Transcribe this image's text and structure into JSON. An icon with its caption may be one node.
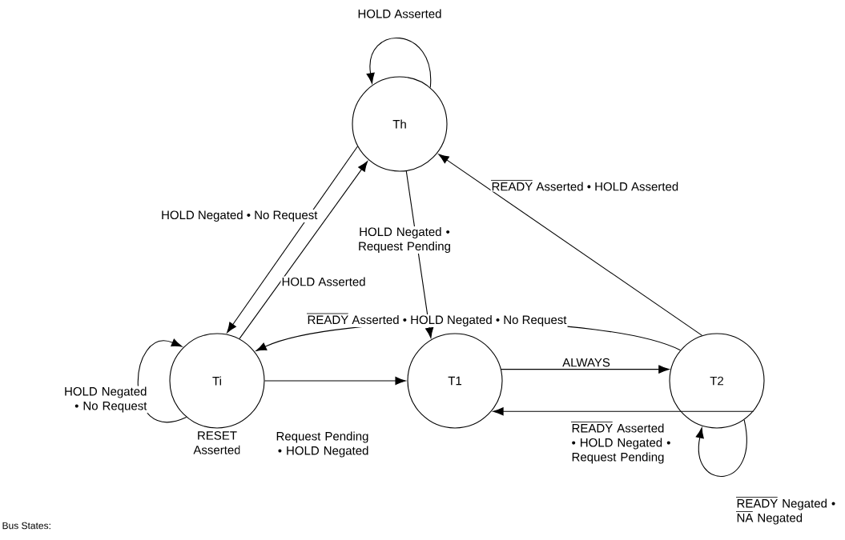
{
  "diagram": {
    "nodes": [
      {
        "text": [
          "Th"
        ]
      },
      {
        "text": [
          "Ti"
        ],
        "beside": [
          "RESET Asserted"
        ]
      },
      {
        "text": [
          "T1"
        ]
      },
      {
        "text": [
          "T2"
        ]
      }
    ],
    "edges": [
      {
        "from": 0,
        "to": 0,
        "arrow": "to",
        "label": "HOLD Asserted"
      },
      {
        "from": 0,
        "to": 1,
        "arrow": "to",
        "label": "HOLD Negated • No Request"
      },
      {
        "from": 1,
        "to": 0,
        "arrow": "to",
        "label": "HOLD Asserted"
      },
      {
        "from": 0,
        "to": 2,
        "arrow": "to",
        "label": "HOLD Negated • Request Pending"
      },
      {
        "from": 3,
        "to": 1,
        "arrow": "to",
        "label": "READY Asserted • HOLD Negated • No Request"
      },
      {
        "from": 3,
        "to": 0,
        "arrow": "to",
        "label": "READY Asserted • HOLD Asserted"
      },
      {
        "from": 1,
        "to": 2,
        "arrow": "to",
        "label": "Request Pending • HOLD Negated"
      },
      {
        "from": 2,
        "to": 3,
        "arrow": "to",
        "label": "ALWAYS"
      },
      {
        "from": 3,
        "to": 2,
        "arrow": "to",
        "label": "READY Asserted • HOLD Negated • Request Pending"
      },
      {
        "from": 1,
        "to": 1,
        "arrow": "to",
        "label": "HOLD Negated • No Request"
      },
      {
        "from": 3,
        "to": 3,
        "arrow": "to",
        "label": "READY Negated • NA Negated"
      }
    ],
    "labels": [
      "Bus States:"
    ]
  }
}
